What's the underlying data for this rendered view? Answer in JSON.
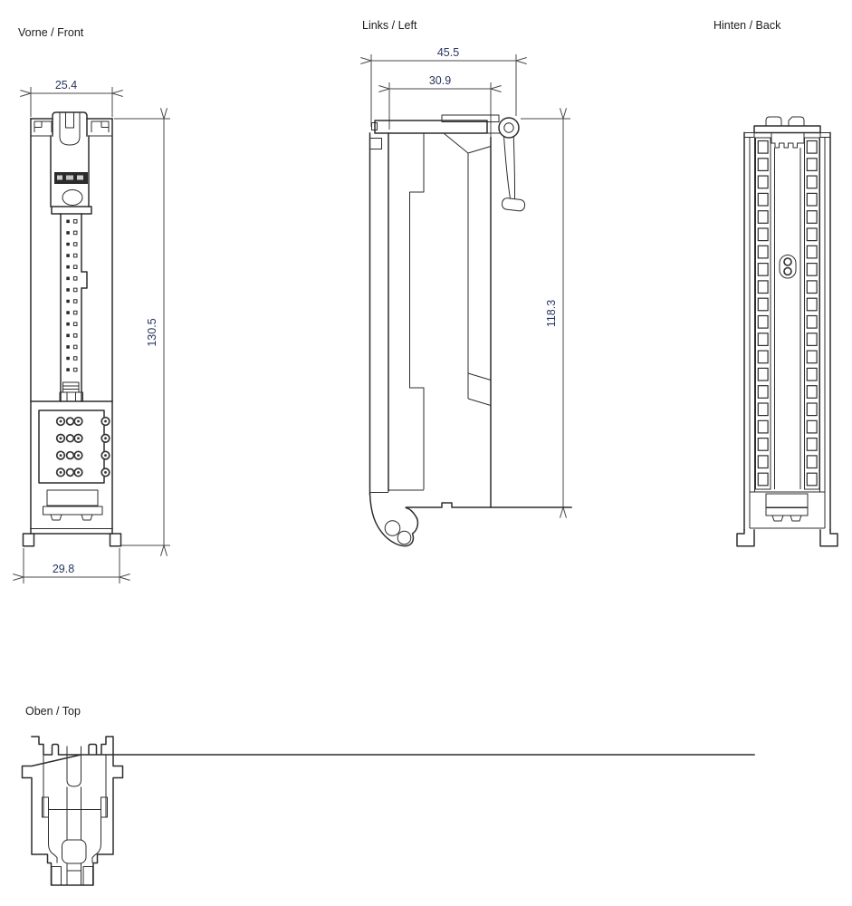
{
  "drawing": {
    "views": {
      "front": {
        "label": "Vorne / Front",
        "dims": {
          "width_top": "25.4",
          "height": "130.5",
          "width_bottom": "29.8"
        },
        "connector_pin_rows": 14,
        "terminal_rows": 4
      },
      "left": {
        "label": "Links / Left",
        "dims": {
          "width_outer": "45.5",
          "width_inner": "30.9",
          "height": "118.3"
        }
      },
      "back": {
        "label": "Hinten / Back",
        "vent_slots_per_column": 20
      },
      "top": {
        "label": "Oben / Top"
      }
    },
    "colors": {
      "line": "#2d2d2d",
      "dimension_line": "#4a4a4a",
      "dimension_text": "#2a3560",
      "label_text": "#1c1c1c"
    }
  }
}
